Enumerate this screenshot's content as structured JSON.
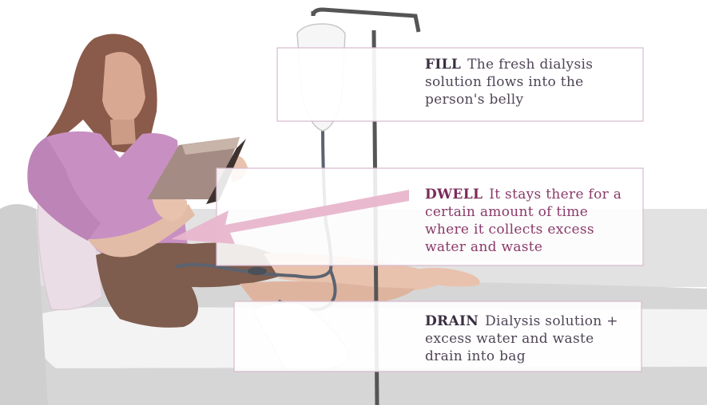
{
  "steps": [
    {
      "heading": "FILL",
      "text": "The fresh dialysis solution flows into the person's belly"
    },
    {
      "heading": "DWELL",
      "text": "It stays there for a certain amount of time where it collects excess water and waste"
    },
    {
      "heading": "DRAIN",
      "text": "Dialysis solution + excess water and waste drain into bag"
    }
  ],
  "colors": {
    "accent": "#8a3a6a",
    "arrow": "#e8b6cc",
    "box_border": "#d9b9cf",
    "text": "#4f4556",
    "sofa": "#dcdcdc",
    "shirt": "#c890c2",
    "pants": "#7e5c4e",
    "skin": "#e8c2ad",
    "hair": "#8a5a4a",
    "book": "#a48c84",
    "iv_pole": "#555555"
  }
}
